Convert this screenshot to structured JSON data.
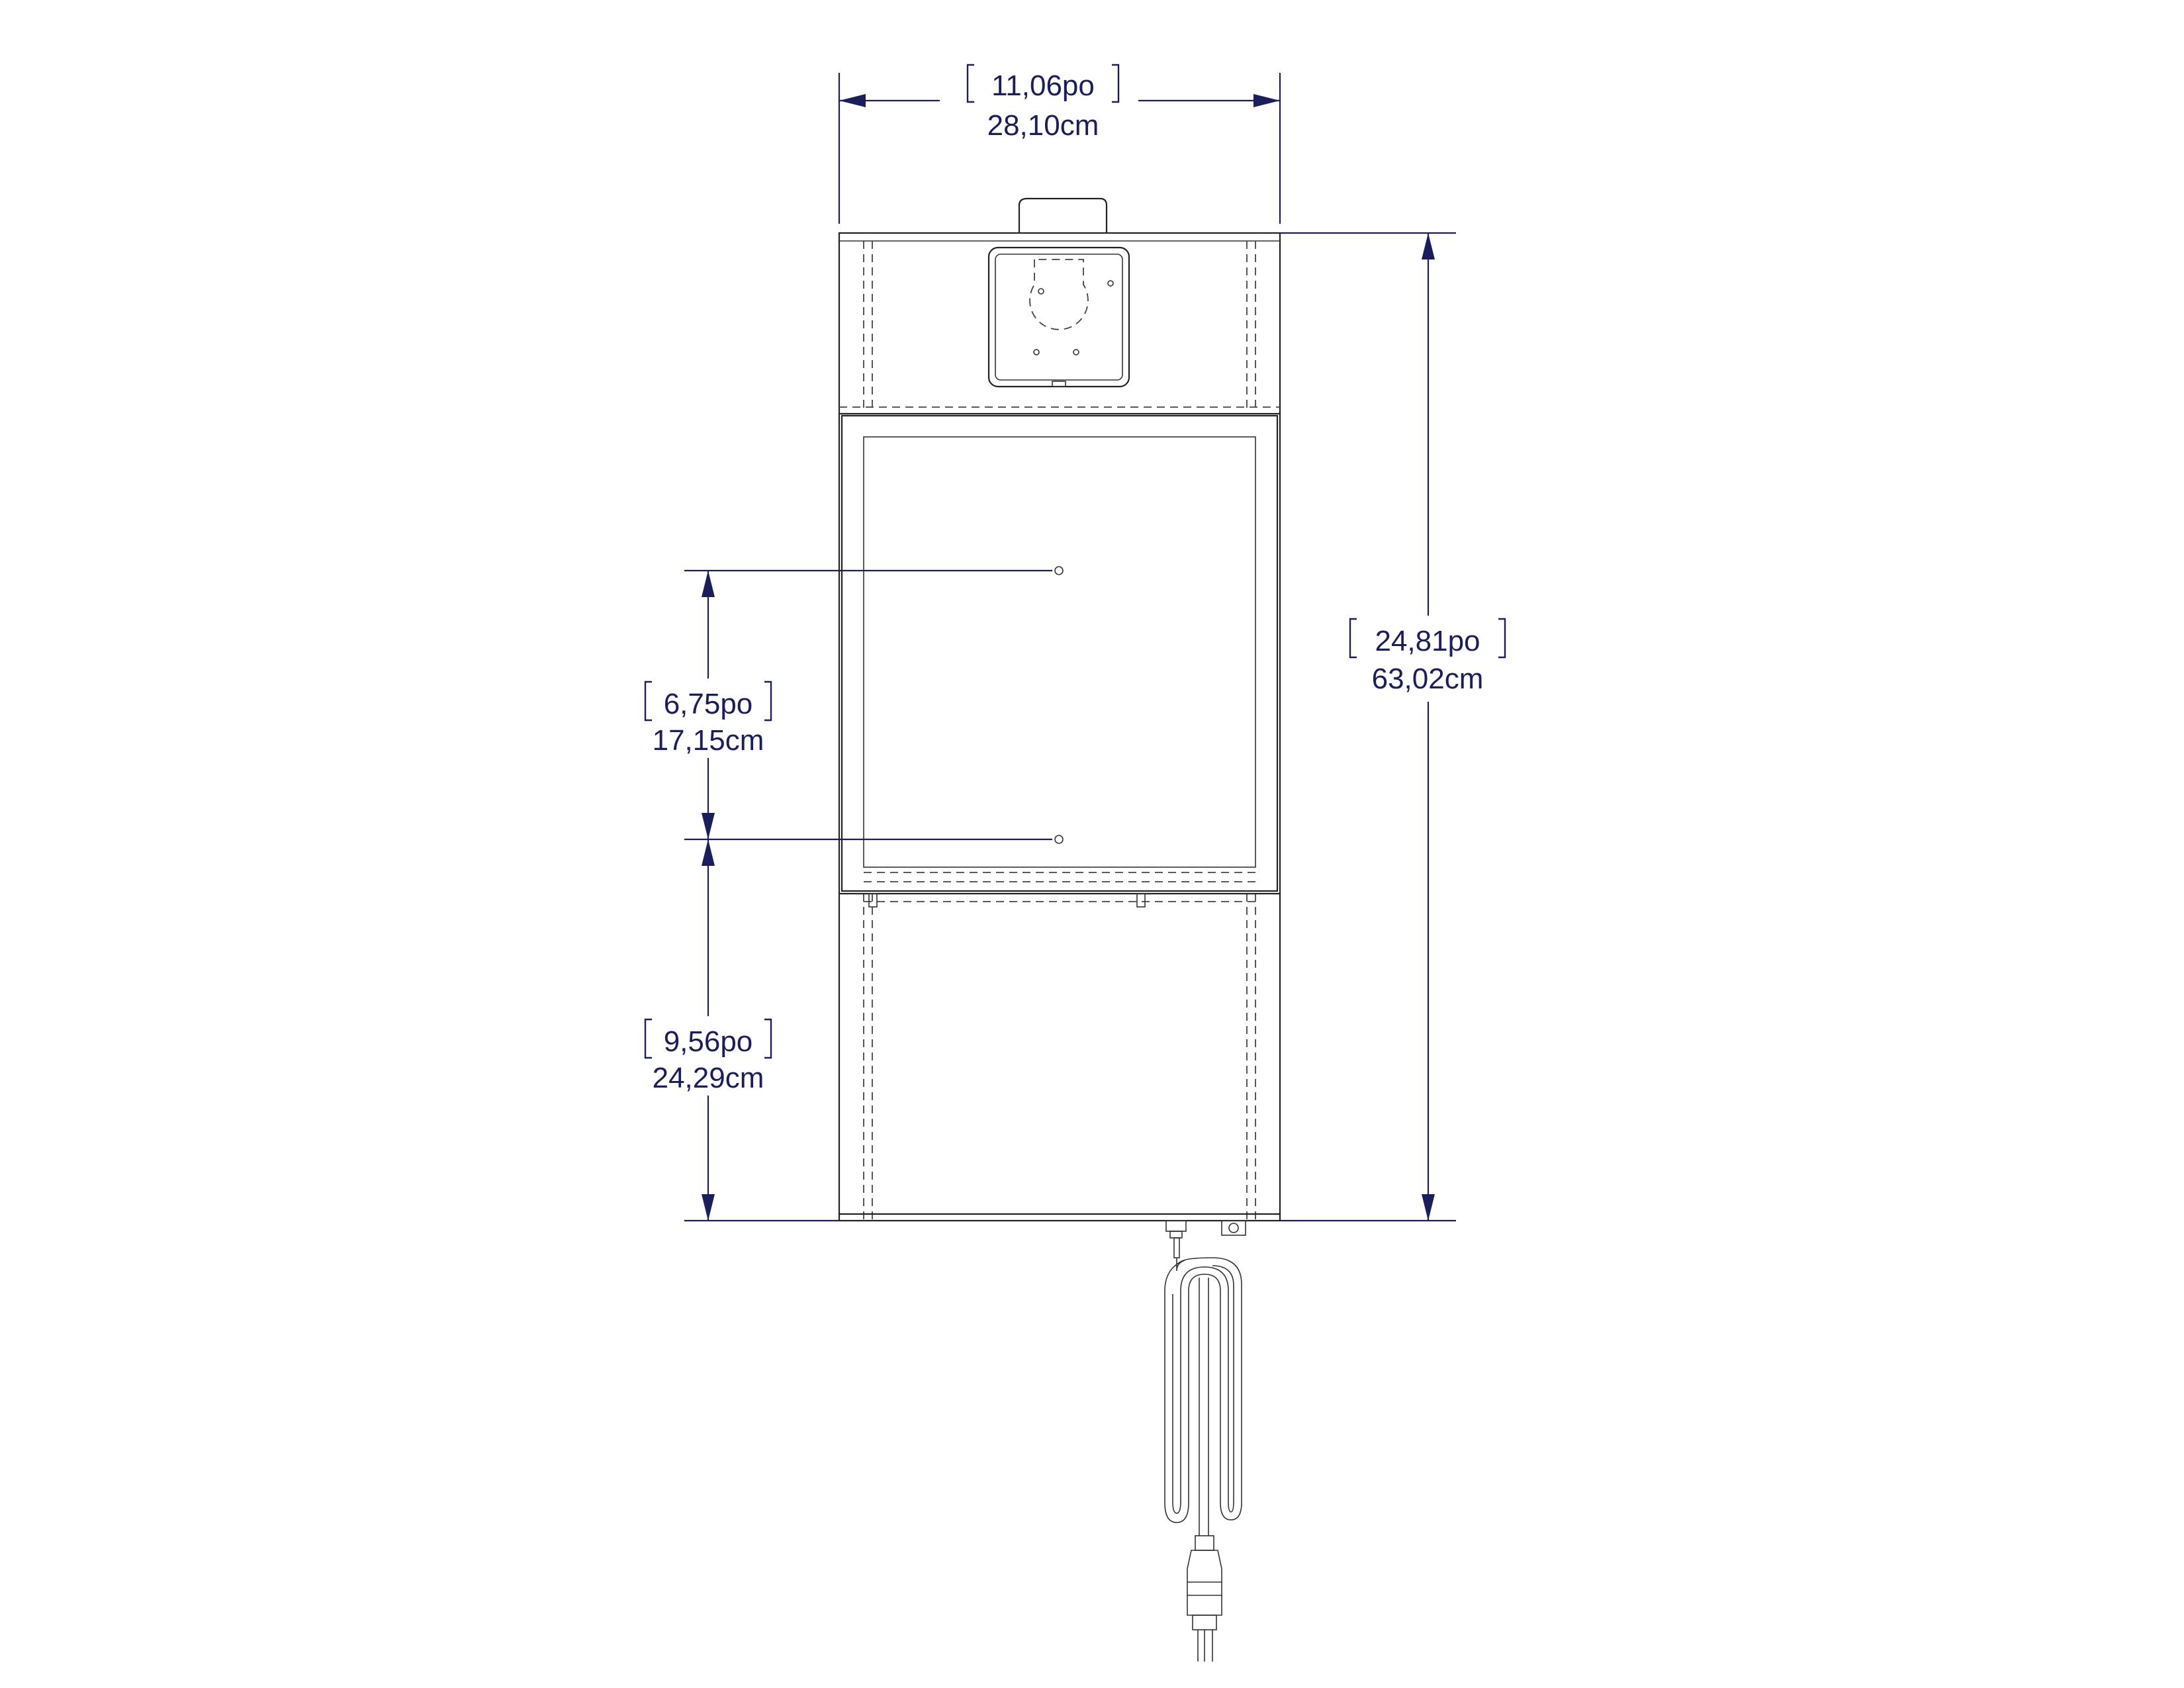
{
  "dimensions": {
    "width": {
      "imperial": "11,06po",
      "metric": "28,10cm"
    },
    "height": {
      "imperial": "24,81po",
      "metric": "63,02cm"
    },
    "mount_spacing": {
      "imperial": "6,75po",
      "metric": "17,15cm"
    },
    "mount_height": {
      "imperial": "9,56po",
      "metric": "24,29cm"
    }
  },
  "colors": {
    "dimension_lines": "#1a1f5c",
    "object_lines": "#222222"
  }
}
